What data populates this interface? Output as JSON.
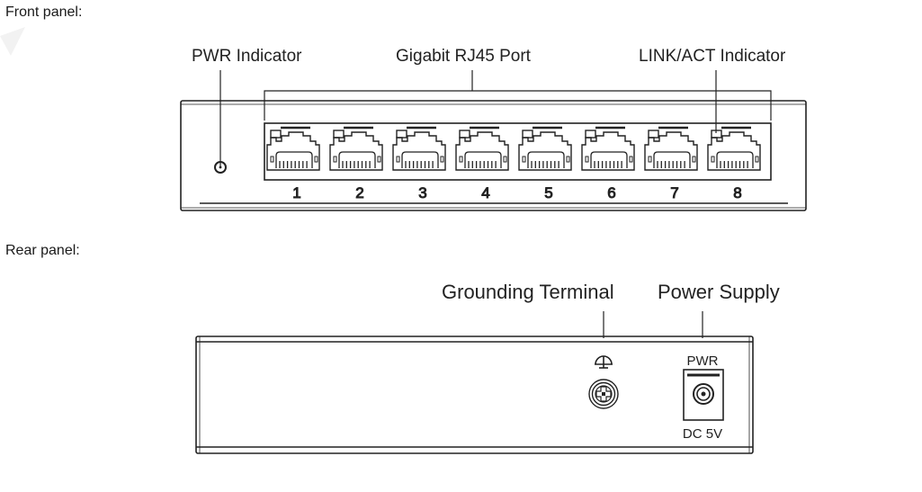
{
  "front": {
    "section_label": "Front panel:",
    "callouts": {
      "pwr_indicator": "PWR Indicator",
      "rj45_port": "Gigabit RJ45 Port",
      "link_act": "LINK/ACT Indicator"
    },
    "ports": [
      "1",
      "2",
      "3",
      "4",
      "5",
      "6",
      "7",
      "8"
    ]
  },
  "rear": {
    "section_label": "Rear panel:",
    "callouts": {
      "grounding": "Grounding Terminal",
      "power_supply": "Power Supply"
    },
    "pwr_label": "PWR",
    "dc_label": "DC 5V",
    "ground_icon": "ground-symbol-icon"
  }
}
